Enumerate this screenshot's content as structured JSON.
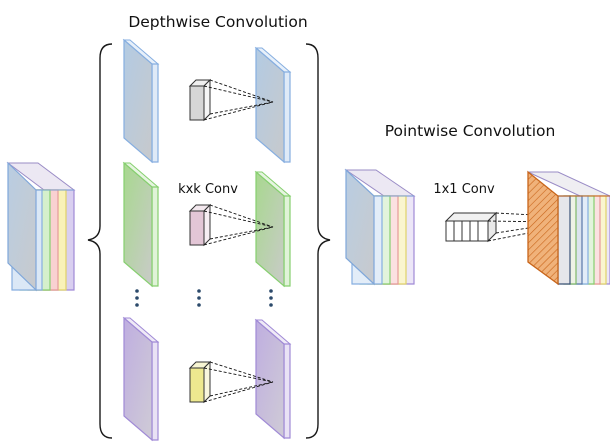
{
  "labels": {
    "depthwise_title": "Depthwise Convolution",
    "pointwise_title": "Pointwise Convolution",
    "kxk_conv": "kxk Conv",
    "one_by_one_conv": "1x1 Conv"
  },
  "colors": {
    "channel_blue": "#a9c8ec",
    "channel_green": "#8fdc7a",
    "channel_purple": "#b8a2df",
    "channel_red": "#f4a8a8",
    "channel_yellow": "#f3ea8e",
    "gray_front": "#b9c1c9",
    "output_orange": "#e8a25c",
    "output_hatch": "#c8651a",
    "kernel_blue": "#d8d8d8",
    "kernel_pink": "#e6c9d8",
    "kernel_yellow": "#f2ee9c",
    "dots": "#2c4a6b"
  }
}
